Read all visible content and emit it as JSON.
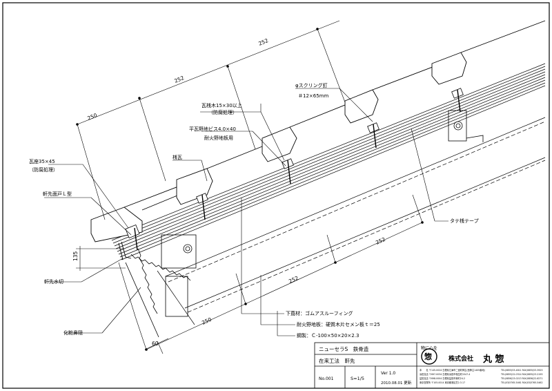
{
  "dimensions": {
    "rafter_top": [
      "250",
      "252",
      "252"
    ],
    "rafter_bottom": [
      "250",
      "252",
      "252"
    ],
    "eave_vertical": "135",
    "eave_offset": "60"
  },
  "labels": {
    "screw_nail": "φスクリング釘",
    "screw_nail_spec": "＃12×65mm",
    "batten": "瓦桟木15×30以上",
    "batten_note": "（防腐処理）",
    "screw": "平瓦野地ビス4.0×40",
    "screw_note": "耐火野地板用",
    "tile": "桟瓦",
    "eave_block": "瓦座35×45",
    "eave_block_note": "（防腐処理）",
    "eave_l": "軒先面戸Ｌ型",
    "eave_flashing": "軒先水切",
    "fascia": "化粧鼻隠",
    "tape": "タテ桟テープ",
    "underlay": "下葺材：ゴムアスルーフィング",
    "sheathing": "耐火野地板：硬質木片セメン板ｔ＝25",
    "steel": "鋼製：Ｃ-100×50×20×2.3"
  },
  "title_block": {
    "product": "ニューセラS　鉄骨造",
    "method": "在来工法　軒先",
    "number": "No.001",
    "scale": "S=1/5",
    "version": "Ver 1.0",
    "date": "2010.08.01 更新",
    "slogan": "物に心を",
    "company": "株式会社",
    "company_name": "丸 惣",
    "logo_char": "惣",
    "offices": [
      "本　　社 〒145-0024 島根県江津市二宮町神主(西神主1405番地)",
      "浜田支店 〒697-0034 島根県浜田市相生町1547-4",
      "益田支店 〒698-0004 島根県益田市東町24-2",
      "東京営業所 〒105-0014 東京都港区芝2-3-17"
    ],
    "phones": [
      "TEL(0855)53-4811 FAX(0855)53-3925",
      "TEL(0855)22-0314 FAX(0855)23-2195",
      "TEL(0856)23-0213 FAX(0856)22-6271",
      "TEL(03)5765-5461 FAX(03)5765-5462"
    ]
  }
}
